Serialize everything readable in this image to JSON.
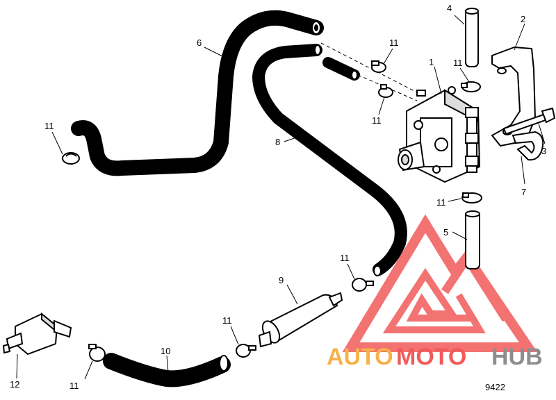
{
  "diagram": {
    "figure_number": "9422",
    "callouts": [
      "1",
      "2",
      "3",
      "4",
      "5",
      "6",
      "7",
      "8",
      "9",
      "10",
      "11",
      "11",
      "11",
      "11",
      "11",
      "11",
      "11",
      "11",
      "12"
    ]
  },
  "watermark": {
    "text_part1": "AUTO",
    "text_part2": "MOTO",
    "text_part3": "HUB",
    "color_orange": "#f6b24a",
    "color_red": "#f25a5a",
    "color_gray": "#8e8e8e"
  }
}
